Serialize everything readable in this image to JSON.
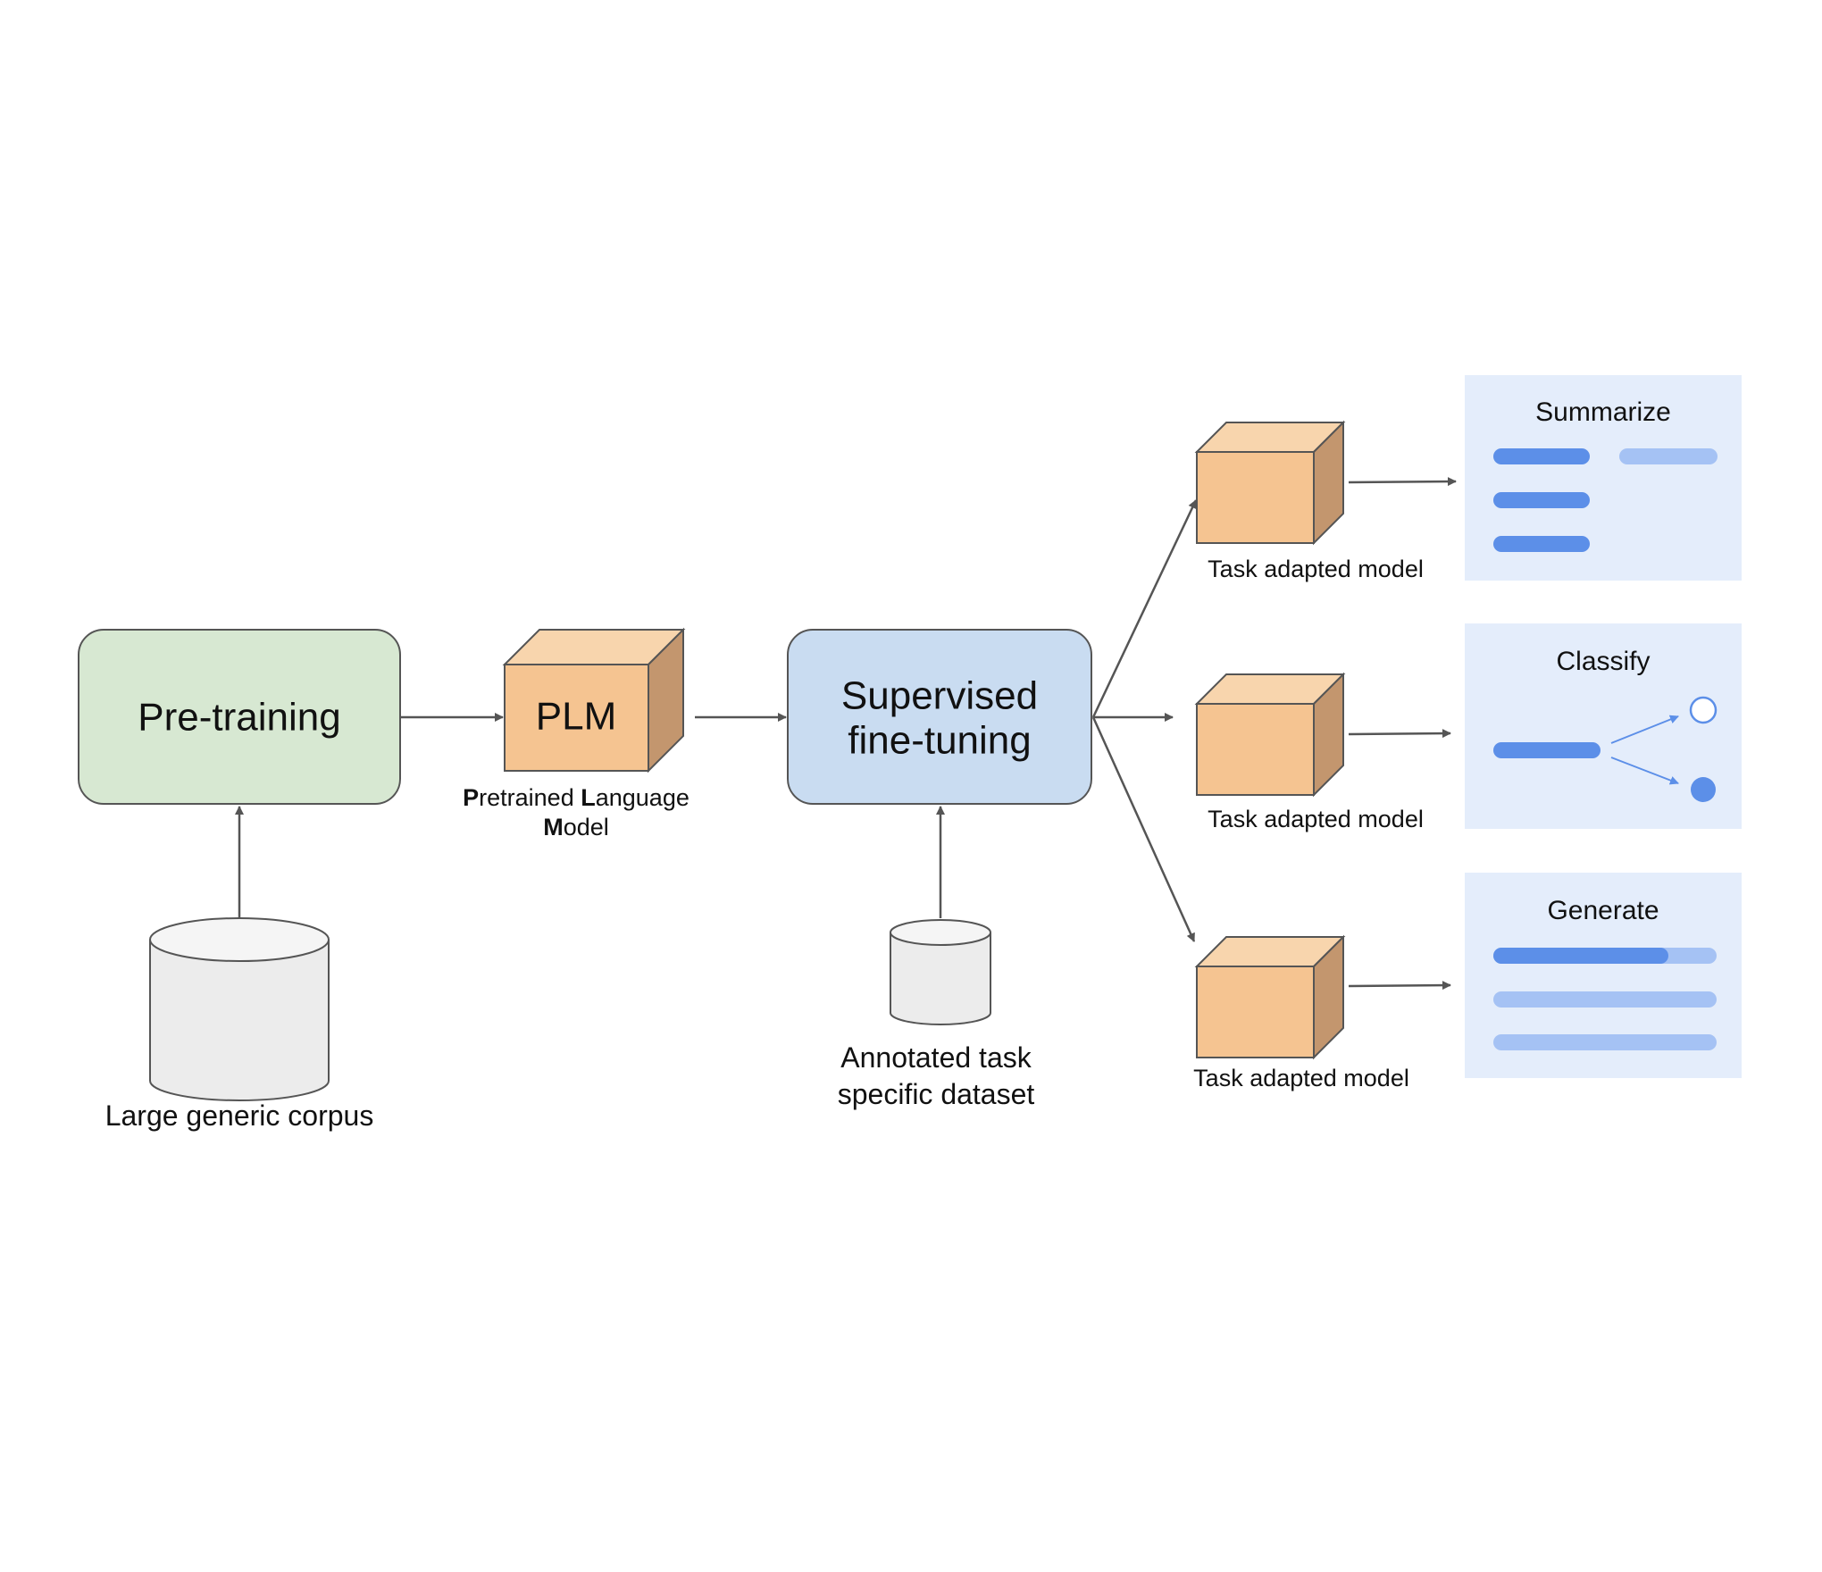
{
  "diagram": {
    "stages": {
      "pretraining": {
        "label": "Pre-training"
      },
      "finetuning": {
        "label_line1": "Supervised",
        "label_line2": "fine-tuning"
      }
    },
    "models": {
      "plm": {
        "label": "PLM",
        "caption_line1": [
          {
            "text": "P",
            "bold": true
          },
          {
            "text": "retrained ",
            "bold": false
          },
          {
            "text": "L",
            "bold": true
          },
          {
            "text": "anguage",
            "bold": false
          }
        ],
        "caption_line2": [
          {
            "text": "M",
            "bold": true
          },
          {
            "text": "odel",
            "bold": false
          }
        ]
      },
      "task_adapted": [
        {
          "caption": "Task adapted model"
        },
        {
          "caption": "Task adapted model"
        },
        {
          "caption": "Task adapted model"
        }
      ]
    },
    "datasets": {
      "corpus": {
        "caption": "Large generic corpus"
      },
      "task_dataset": {
        "caption_line1": "Annotated task",
        "caption_line2": "specific dataset"
      }
    },
    "tasks": [
      {
        "title": "Summarize"
      },
      {
        "title": "Classify"
      },
      {
        "title": "Generate"
      }
    ],
    "colors": {
      "pretraining_fill": "#d7e8d2",
      "finetuning_fill": "#c9dcf1",
      "cube_front": "#f5c491",
      "cube_top": "#f8d5ad",
      "cube_side": "#c3966e",
      "cylinder_fill": "#ececec",
      "panel_fill": "#e4edfb",
      "accent_blue": "#5c8fe8",
      "accent_light_blue": "#a5c2f4",
      "arrow": "#555555"
    }
  }
}
